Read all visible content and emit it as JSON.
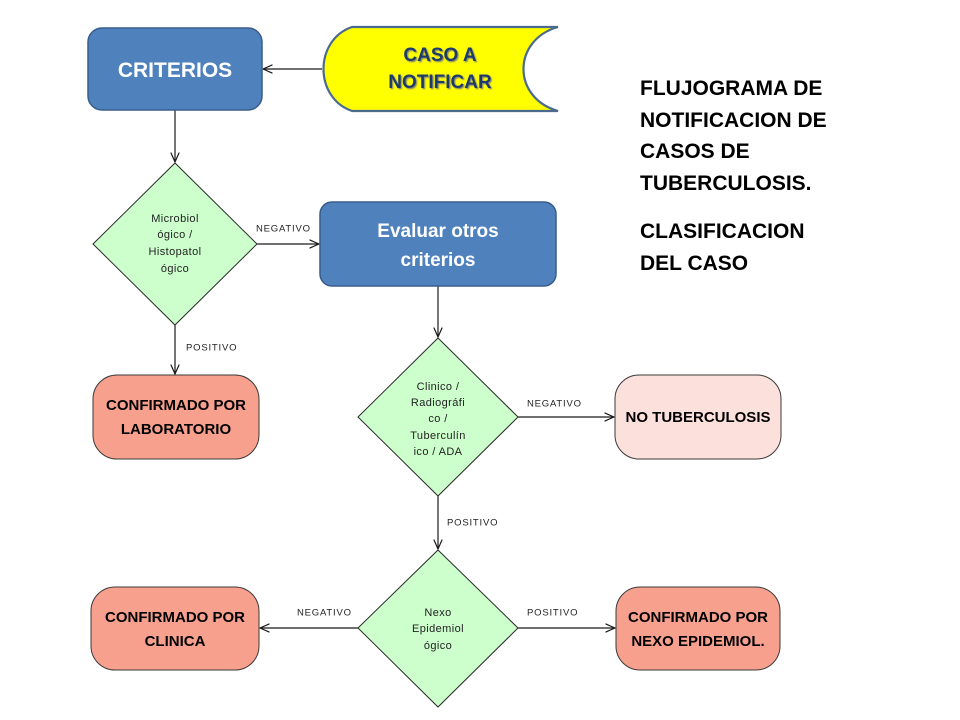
{
  "title": {
    "lines": [
      "FLUJOGRAMA DE",
      "NOTIFICACION DE",
      "CASOS DE",
      "TUBERCULOSIS."
    ]
  },
  "subtitle": {
    "lines": [
      "CLASIFICACION",
      "DEL CASO"
    ]
  },
  "colors": {
    "process_blue": "#4F81BD",
    "start_yellow": "#FFFF00",
    "decision_green": "#CCFFCC",
    "result_salmon": "#F8A08E",
    "result_pink": "#FCE0DB"
  },
  "nodes": {
    "caso_a_notificar": {
      "lines": [
        "CASO A",
        "NOTIFICAR"
      ]
    },
    "criterios": {
      "label": "CRITERIOS"
    },
    "decision_microbiologico": {
      "lines": [
        "Microbiol",
        "ógico /",
        "Histopatol",
        "ógico"
      ]
    },
    "evaluar_otros_criterios": {
      "lines": [
        "Evaluar otros",
        "criterios"
      ]
    },
    "confirmado_laboratorio": {
      "lines": [
        "CONFIRMADO POR",
        "LABORATORIO"
      ]
    },
    "decision_clinico": {
      "lines": [
        "Clinico /",
        "Radiográfi",
        "co /",
        "Tuberculín",
        "ico / ADA"
      ]
    },
    "no_tuberculosis": {
      "label": "NO TUBERCULOSIS"
    },
    "decision_nexo": {
      "lines": [
        "Nexo",
        "Epidemiol",
        "ógico"
      ]
    },
    "confirmado_clinica": {
      "lines": [
        "CONFIRMADO POR",
        "CLINICA"
      ]
    },
    "confirmado_nexo": {
      "lines": [
        "CONFIRMADO POR",
        "NEXO EPIDEMIOL."
      ]
    }
  },
  "edge_labels": {
    "microbiologico_negativo": "NEGATIVO",
    "microbiologico_positivo": "POSITIVO",
    "clinico_negativo": "NEGATIVO",
    "clinico_positivo": "POSITIVO",
    "nexo_negativo": "NEGATIVO",
    "nexo_positivo": "POSITIVO"
  }
}
